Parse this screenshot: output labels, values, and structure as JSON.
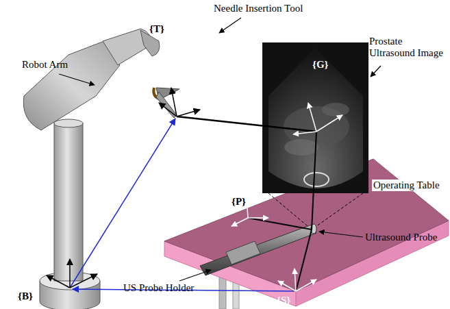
{
  "diagram": {
    "labels": [
      "Needle Insertion Tool",
      "Robot Arm",
      "{T}",
      "Prostate Ultrasound Image",
      "{G}",
      "Operating Table",
      "{P}",
      "Ultrasound Probe",
      "{B}",
      "US Probe Holder",
      "{S}"
    ]
  }
}
